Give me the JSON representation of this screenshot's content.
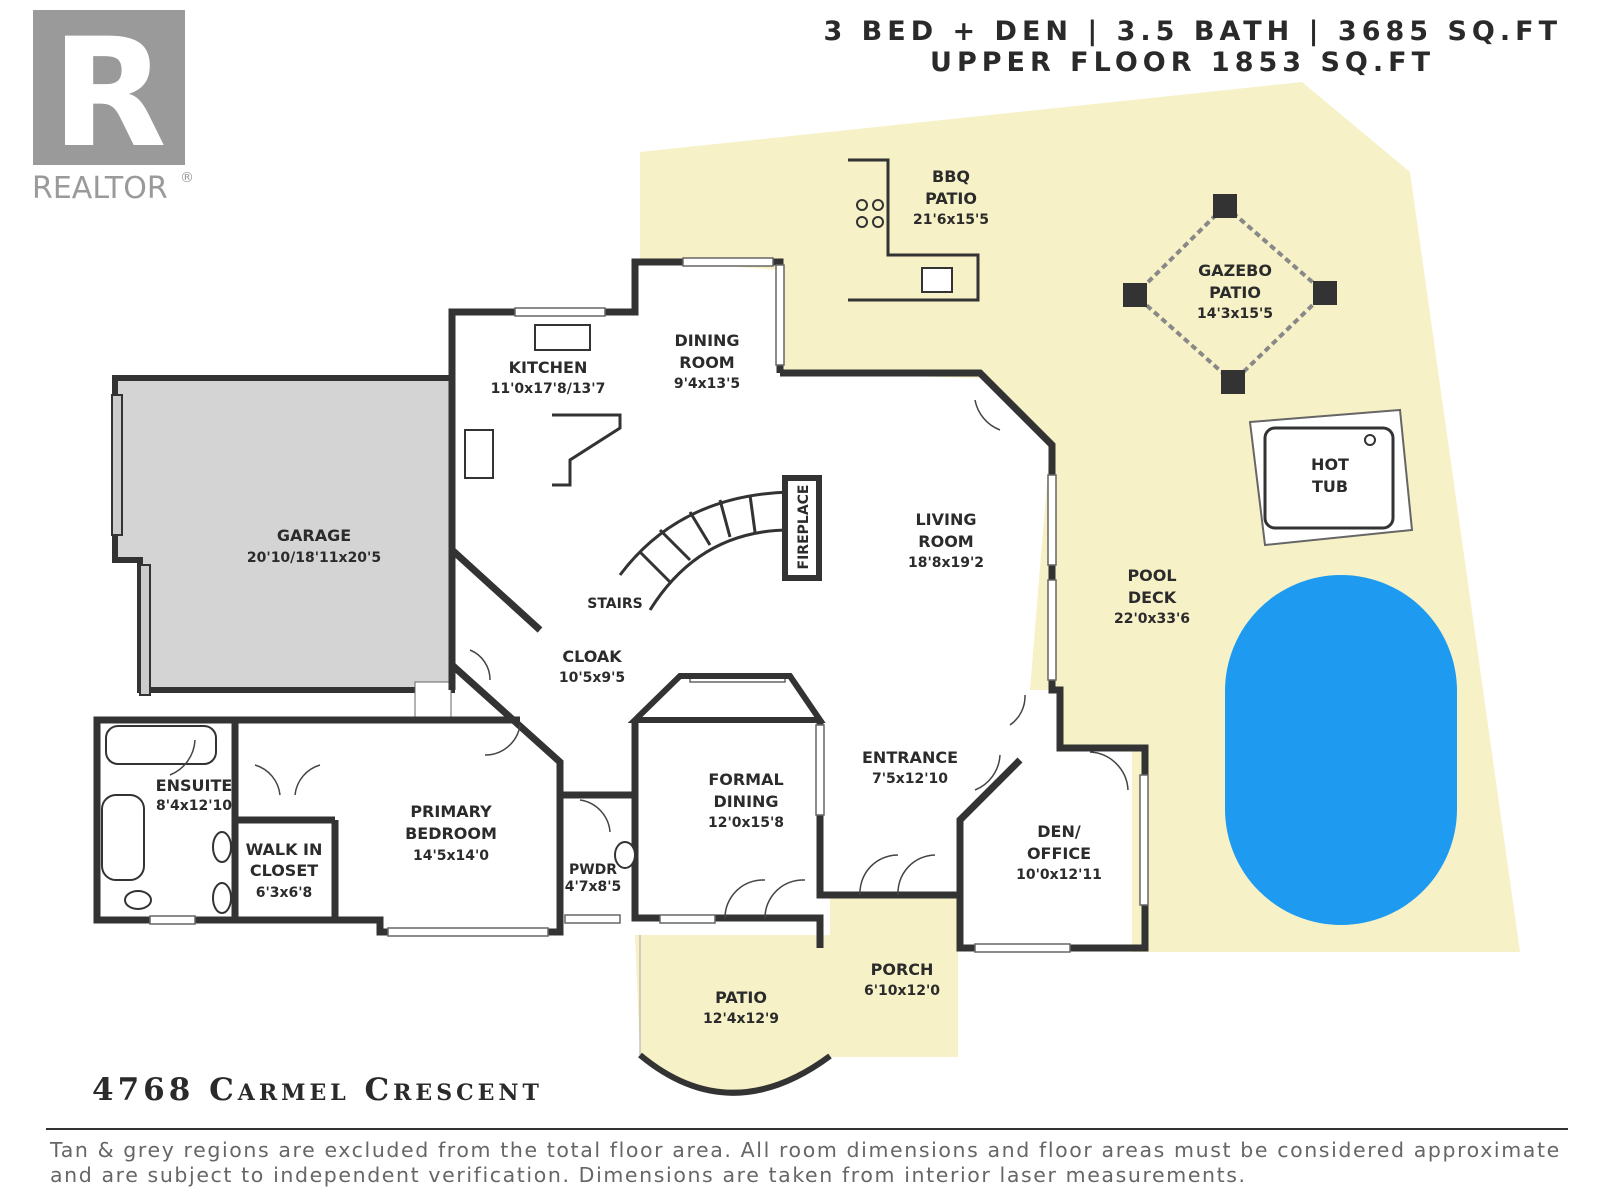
{
  "header": {
    "line1": "3 BED + DEN | 3.5 BATH | 3685 SQ.FT",
    "line2": "UPPER FLOOR 1853 SQ.FT"
  },
  "logo": {
    "text": "REALTOR",
    "mark": "R",
    "reg": "®",
    "icon": "realtor-logo-icon"
  },
  "address": "4768 Carmel Crescent",
  "disclaimer": {
    "line1": "Tan & grey regions are excluded from the total floor area. All room dimensions and floor areas must be considered approximate",
    "line2": "and are subject to independent verification. Dimensions are taken from interior laser measurements."
  },
  "colors": {
    "tan": "#F6F1C6",
    "grey": "#D5D5D5",
    "wall": "#333333",
    "pool": "#1E9BF0",
    "text": "#2b2b2b"
  },
  "rooms": [
    {
      "key": "bbq",
      "name": [
        "BBQ",
        "PATIO"
      ],
      "dims": "21'6x15'5"
    },
    {
      "key": "gazebo",
      "name": [
        "GAZEBO",
        "PATIO"
      ],
      "dims": "14'3x15'5"
    },
    {
      "key": "hottub",
      "name": [
        "HOT",
        "TUB"
      ],
      "dims": ""
    },
    {
      "key": "pooldeck",
      "name": [
        "POOL",
        "DECK"
      ],
      "dims": "22'0x33'6"
    },
    {
      "key": "kitchen",
      "name": [
        "KITCHEN"
      ],
      "dims": "11'0x17'8/13'7"
    },
    {
      "key": "dining",
      "name": [
        "DINING",
        "ROOM"
      ],
      "dims": "9'4x13'5"
    },
    {
      "key": "garage",
      "name": [
        "GARAGE"
      ],
      "dims": "20'10/18'11x20'5"
    },
    {
      "key": "living",
      "name": [
        "LIVING",
        "ROOM"
      ],
      "dims": "18'8x19'2"
    },
    {
      "key": "stairs",
      "name": [
        "STAIRS"
      ],
      "dims": ""
    },
    {
      "key": "cloak",
      "name": [
        "CLOAK"
      ],
      "dims": "10'5x9'5"
    },
    {
      "key": "ensuite",
      "name": [
        "ENSUITE"
      ],
      "dims": "8'4x12'10"
    },
    {
      "key": "walkin",
      "name": [
        "WALK IN",
        "CLOSET"
      ],
      "dims": "6'3x6'8"
    },
    {
      "key": "primary",
      "name": [
        "PRIMARY",
        "BEDROOM"
      ],
      "dims": "14'5x14'0"
    },
    {
      "key": "formal",
      "name": [
        "FORMAL",
        "DINING"
      ],
      "dims": "12'0x15'8"
    },
    {
      "key": "entrance",
      "name": [
        "ENTRANCE"
      ],
      "dims": "7'5x12'10"
    },
    {
      "key": "den",
      "name": [
        "DEN/",
        "OFFICE"
      ],
      "dims": "10'0x12'11"
    },
    {
      "key": "pwdr",
      "name": [
        "PWDR"
      ],
      "dims": "4'7x8'5"
    },
    {
      "key": "patio",
      "name": [
        "PATIO"
      ],
      "dims": "12'4x12'9"
    },
    {
      "key": "porch",
      "name": [
        "PORCH"
      ],
      "dims": "6'10x12'0"
    },
    {
      "key": "fireplace",
      "name": [
        "FIREPLACE"
      ],
      "dims": ""
    }
  ]
}
